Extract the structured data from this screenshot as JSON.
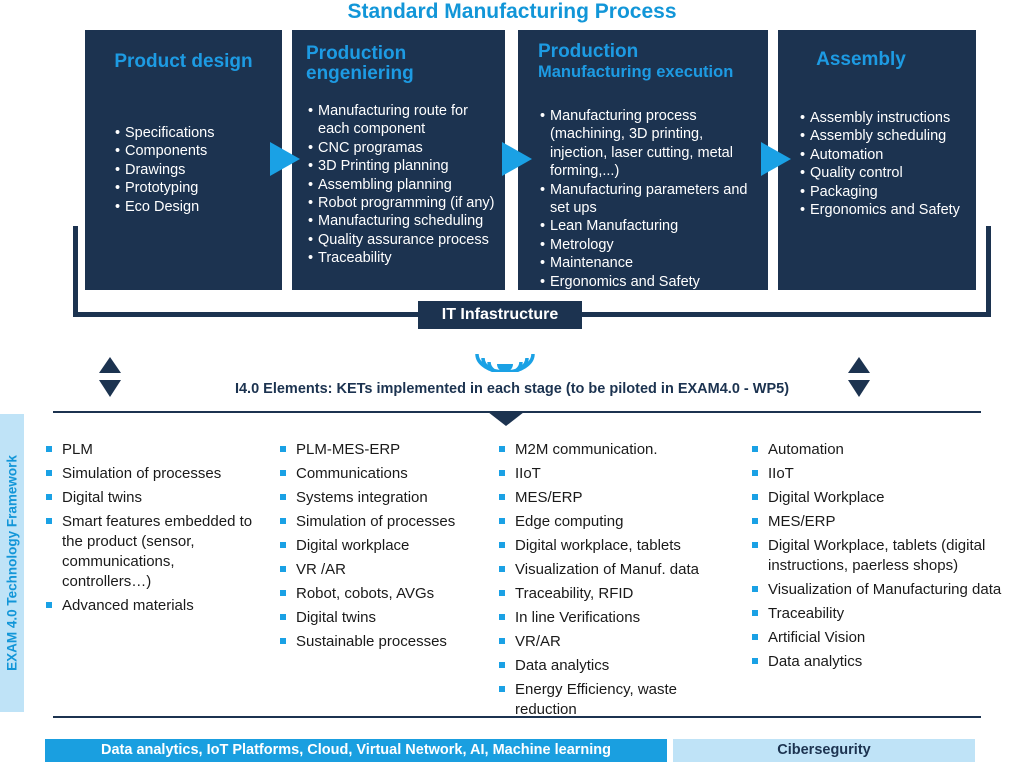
{
  "title": "Standard Manufacturing Process",
  "stages": [
    {
      "title_lines": [
        "Product design"
      ],
      "items": [
        "Specifications",
        "Components",
        "Drawings",
        "Prototyping",
        "Eco Design"
      ]
    },
    {
      "title_lines": [
        "Production",
        "engeniering"
      ],
      "items": [
        "Manufacturing route for each component",
        "CNC programas",
        "3D Printing planning",
        "Assembling planning",
        "Robot programming (if any)",
        "Manufacturing scheduling",
        "Quality assurance process",
        "Traceability"
      ]
    },
    {
      "title_lines": [
        "Production",
        "Manufacturing execution"
      ],
      "items": [
        "Manufacturing process (machining, 3D printing, injection, laser cutting, metal forming,...)",
        "Manufacturing parameters and set ups",
        "Lean Manufacturing",
        "Metrology",
        "Maintenance",
        "Ergonomics and Safety"
      ]
    },
    {
      "title_lines": [
        "Assembly"
      ],
      "items": [
        "Assembly instructions",
        "Assembly scheduling",
        "Automation",
        "Quality control",
        "Packaging",
        "Ergonomics and Safety"
      ]
    }
  ],
  "it_label": "IT Infastructure",
  "ket_heading": "I4.0 Elements: KETs implemented in each stage (to be piloted in EXAM4.0 - WP5)",
  "side_label": "EXAM 4.0 Technology Framework",
  "columns": [
    [
      "PLM",
      "Simulation of processes",
      "Digital twins",
      "Smart features embedded to the product (sensor, communications, controllers…)",
      "Advanced materials"
    ],
    [
      "PLM-MES-ERP",
      "Communications",
      "Systems integration",
      "Simulation of processes",
      "Digital workplace",
      "VR /AR",
      "Robot, cobots, AVGs",
      "Digital twins",
      "Sustainable processes"
    ],
    [
      "M2M communication.",
      "IIoT",
      "MES/ERP",
      "Edge computing",
      "Digital workplace, tablets",
      "Visualization of Manuf. data",
      "Traceability, RFID",
      "In line Verifications",
      "VR/AR",
      "Data analytics",
      "Energy Efficiency, waste reduction"
    ],
    [
      "Automation",
      "IIoT",
      "Digital Workplace",
      "MES/ERP",
      "Digital Workplace, tablets (digital instructions, paerless shops)",
      "Visualization of Manufacturing data",
      "Traceability",
      "Artificial Vision",
      "Data analytics"
    ]
  ],
  "bottom_left": "Data analytics, IoT Platforms, Cloud, Virtual Network, AI, Machine learning",
  "bottom_right": "Cibersegurity",
  "colors": {
    "dark_navy": "#1c3350",
    "accent_blue": "#1aa1e5",
    "title_blue": "#1296d8",
    "light_blue": "#bfe3f7",
    "bar_blue": "#1a9fe0"
  },
  "icons": [
    "wireless-signal-icon",
    "up-down-arrows-icon",
    "triangle-right-arrow-icon",
    "square-bullet-icon"
  ]
}
